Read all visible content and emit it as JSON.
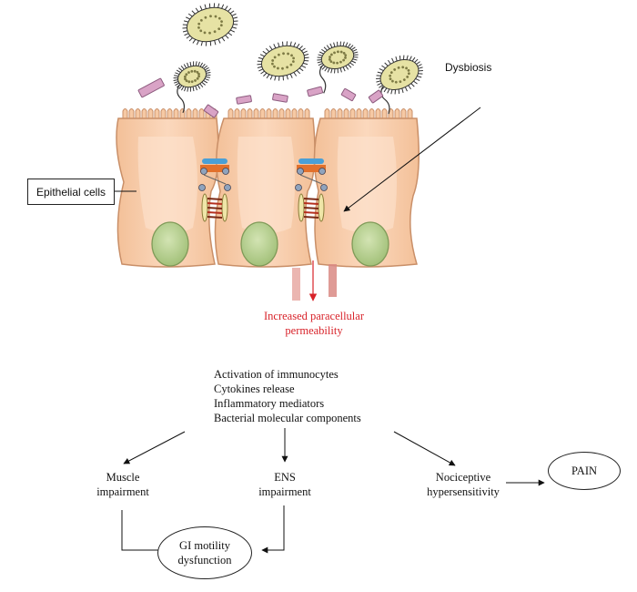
{
  "labels": {
    "dysbiosis": "Dysbiosis",
    "epithelial_cells": "Epithelial cells",
    "permeability_line1": "Increased paracellular",
    "permeability_line2": "permeability",
    "causes": [
      "Activation of immunocytes",
      "Cytokines release",
      "Inflammatory mediators",
      "Bacterial molecular components"
    ],
    "muscle_line1": "Muscle",
    "muscle_line2": "impairment",
    "ens_line1": "ENS",
    "ens_line2": "impairment",
    "noci_line1": "Nociceptive",
    "noci_line2": "hypersensitivity",
    "pain": "PAIN",
    "gi_line1": "GI motility",
    "gi_line2": "dysfunction"
  },
  "colors": {
    "cell_fill": "#f6c9a4",
    "cell_stroke": "#c98f68",
    "nucleus": "#b6d08b",
    "bacteria": "#e6e2a4",
    "rod": "#d9a3c6",
    "highlight_red": "#d8232a"
  }
}
